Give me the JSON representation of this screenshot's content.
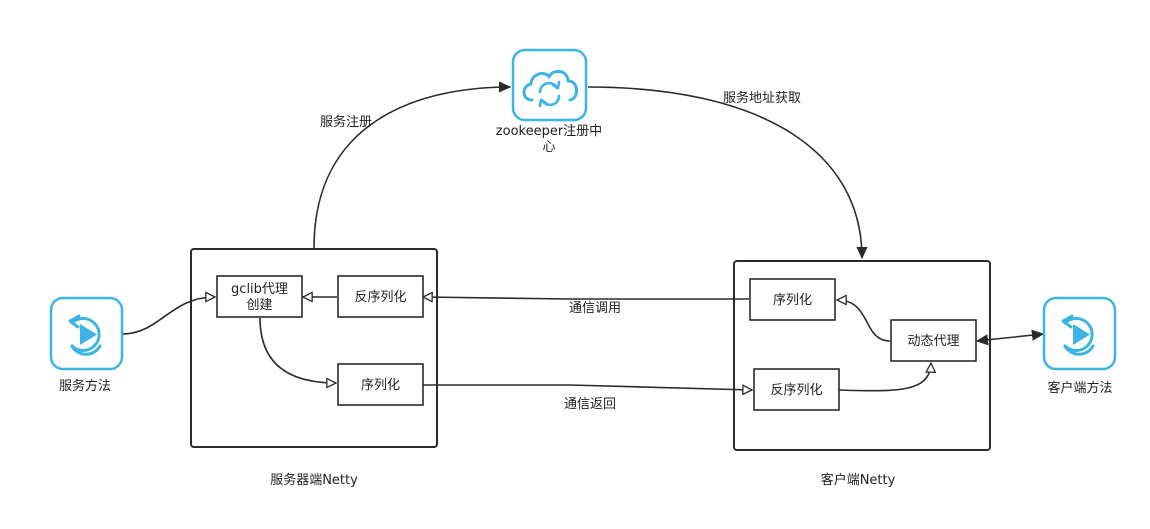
{
  "colors": {
    "icon_accent": "#3db3e6",
    "stroke": "#2b2b2b",
    "background": "#ffffff"
  },
  "icons": {
    "service_method": "play-refresh-icon",
    "zookeeper": "cloud-sync-icon",
    "client_method": "play-refresh-icon"
  },
  "nodes": {
    "service_method_label": "服务方法",
    "zookeeper_label_line1": "zookeeper注册中",
    "zookeeper_label_line2": "心",
    "client_method_label": "客户端方法",
    "server": {
      "container_label": "服务器端Netty",
      "gclib_line1": "gclib代理",
      "gclib_line2": "创建",
      "deserialize": "反序列化",
      "serialize": "序列化"
    },
    "client": {
      "container_label": "客户端Netty",
      "serialize": "序列化",
      "deserialize": "反序列化",
      "dynamic_proxy": "动态代理"
    }
  },
  "edges": {
    "register": "服务注册",
    "address_fetch": "服务地址获取",
    "call": "通信调用",
    "return": "通信返回"
  }
}
